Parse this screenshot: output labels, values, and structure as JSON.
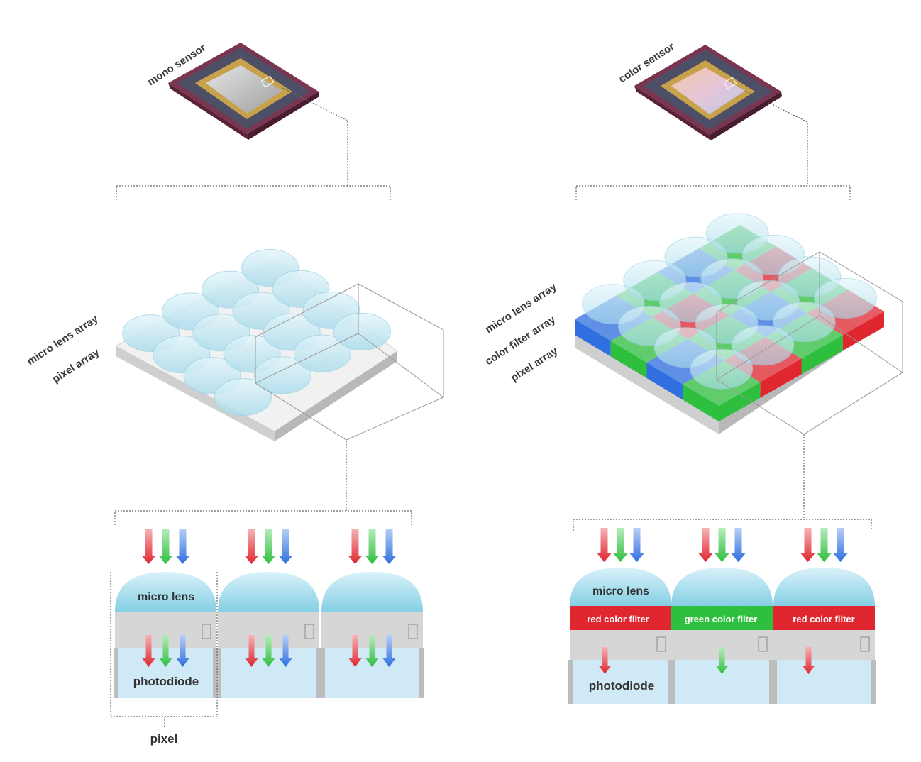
{
  "mono": {
    "sensor_label": "mono sensor",
    "layer_labels": [
      "micro lens array",
      "pixel array"
    ],
    "micro_lens_label": "micro lens",
    "photodiode_label": "photodiode",
    "pixel_label": "pixel"
  },
  "color": {
    "sensor_label": "color sensor",
    "layer_labels": [
      "micro lens array",
      "color filter array",
      "pixel array"
    ],
    "micro_lens_label": "micro lens",
    "photodiode_label": "photodiode",
    "filters": [
      "red color filter",
      "green color filter",
      "red color filter"
    ]
  },
  "colors": {
    "red": "#e0262f",
    "green": "#2fbf3f",
    "blue": "#2f6fe0",
    "lens": "#bfe6f2",
    "photodiode": "#cfe9f7",
    "chip_frame": "#8a3f5a"
  }
}
